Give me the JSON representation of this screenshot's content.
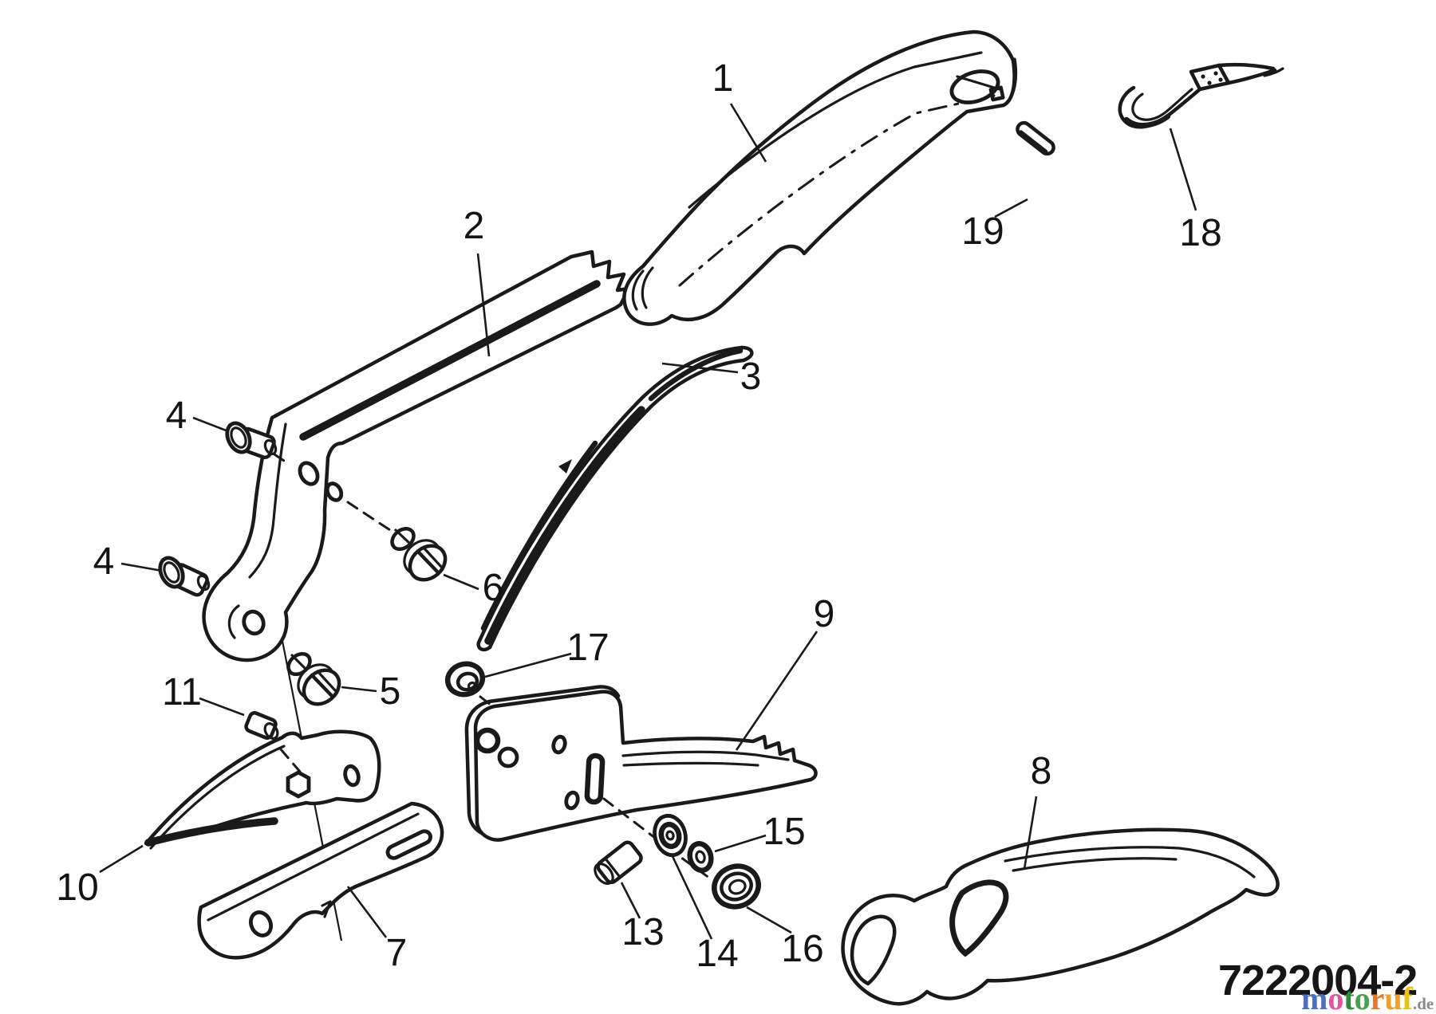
{
  "canvas": {
    "background": "#ffffff",
    "line_color": "#1a1a1a"
  },
  "labels": [
    {
      "text": "1"
    },
    {
      "text": "2"
    },
    {
      "text": "3"
    },
    {
      "text": "4"
    },
    {
      "text": "4"
    },
    {
      "text": "5"
    },
    {
      "text": "6"
    },
    {
      "text": "7"
    },
    {
      "text": "8"
    },
    {
      "text": "9"
    },
    {
      "text": "10"
    },
    {
      "text": "11"
    },
    {
      "text": "13"
    },
    {
      "text": "14"
    },
    {
      "text": "15"
    },
    {
      "text": "16"
    },
    {
      "text": "17"
    },
    {
      "text": "18"
    },
    {
      "text": "19"
    }
  ],
  "drawing_number": "7222004-2",
  "watermark": {
    "letters": [
      {
        "char": "m",
        "color": "#4a70bf"
      },
      {
        "char": "o",
        "color": "#e0559f"
      },
      {
        "char": "t",
        "color": "#2e8b3d"
      },
      {
        "char": "o",
        "color": "#46a24e"
      },
      {
        "char": "r",
        "color": "#e8772a"
      },
      {
        "char": "u",
        "color": "#f0a028"
      },
      {
        "char": "f",
        "color": "#e9c119"
      }
    ],
    "suffix": ".de",
    "suffix_color": "#8a8a8a"
  }
}
